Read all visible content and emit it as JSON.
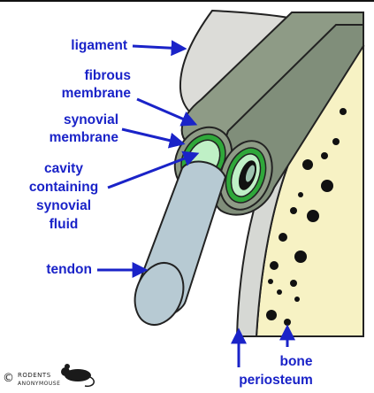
{
  "labels": {
    "ligament": "ligament",
    "fibrous_line1": "fibrous",
    "fibrous_line2": "membrane",
    "synovial_line1": "synovial",
    "synovial_line2": "membrane",
    "cavity_line1": "cavity",
    "cavity_line2": "containing",
    "cavity_line3": "synovial",
    "cavity_line4": "fluid",
    "tendon": "tendon",
    "bone": "bone",
    "periosteum": "periosteum"
  },
  "logo": {
    "copyright_symbol": "©",
    "line1": "RODENTS",
    "line2": "ANONYMOUSE",
    "icon": "mouse-icon"
  },
  "colors": {
    "label_blue": "#1a23c8",
    "bone": "#f7f2c4",
    "periosteum": "#d6d8d4",
    "ligament": "#dcdcd8",
    "fibrous_sheath": "#8e9b86",
    "synovial_membrane": "#2fa83a",
    "cavity_fluid": "#bff0c6",
    "tendon": "#b7cad3"
  }
}
